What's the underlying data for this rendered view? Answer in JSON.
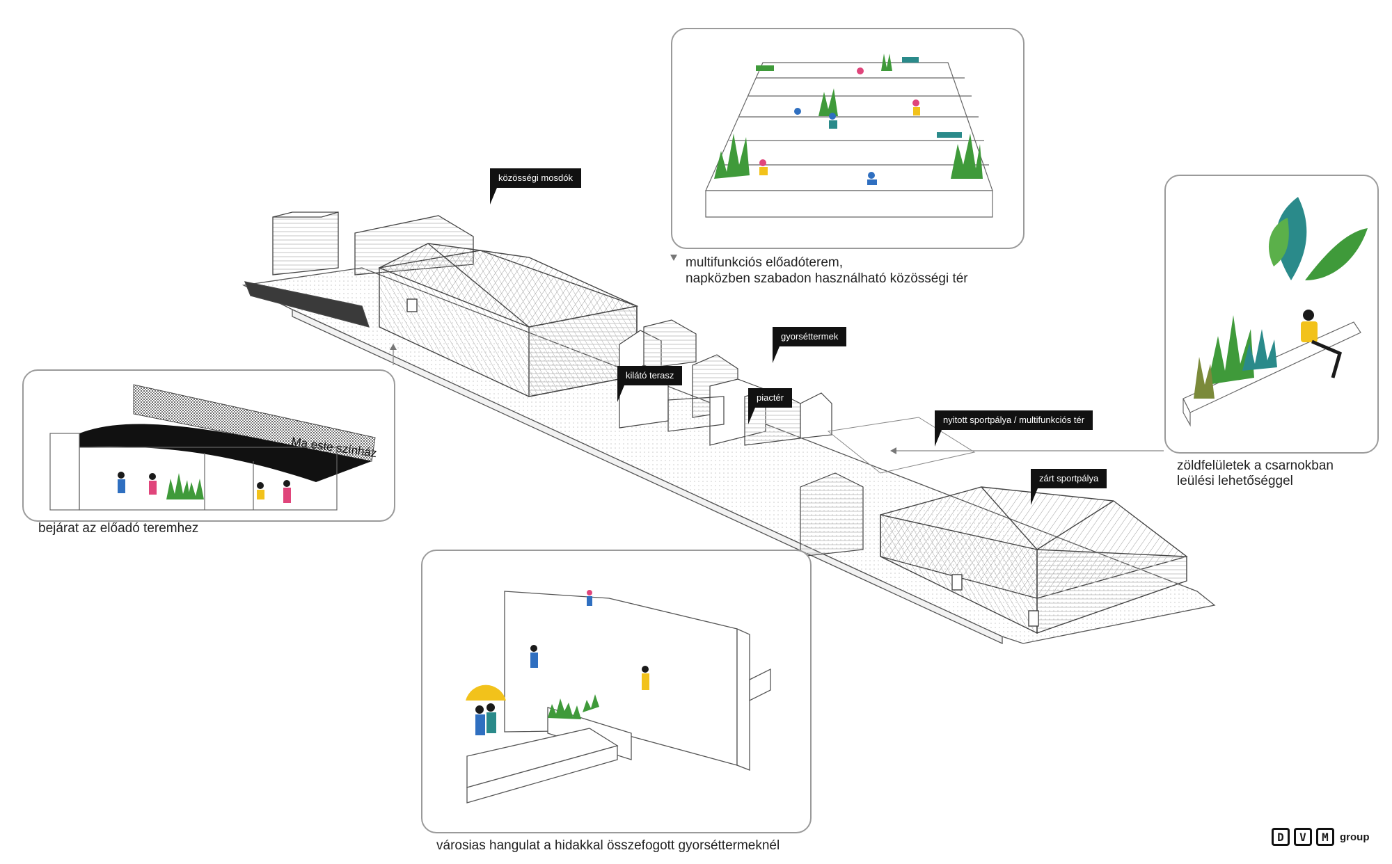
{
  "labels": {
    "kozossegi_mosdok": "közösségi mosdók",
    "gyorsettermek": "gyorséttermek",
    "kilato_terasz": "kilátó terasz",
    "piacter": "piactér",
    "nyitott_sportpalya": "nyitott sportpálya / multifunkciós tér",
    "zart_sportpalya": "zárt sportpálya"
  },
  "captions": {
    "multifunkcios_line1": "multifunkciós előadóterem,",
    "multifunkcios_line2": "napközben szabadon használható közösségi tér",
    "zoldfeluletek_line1": "zöldfelületek a csarnokban",
    "zoldfeluletek_line2": "leülési lehetőséggel",
    "bejarat": "bejárat az előadó teremhez",
    "varosias": "városias hangulat a hidakkal összefogott gyorséttermeknél"
  },
  "entrance_sign": "Ma este színház",
  "logo": {
    "letters": [
      "D",
      "V",
      "M"
    ],
    "suffix": "group"
  },
  "colors": {
    "line": "#555555",
    "panel_border": "#9a9a9a",
    "tag_bg": "#111111",
    "plant_green": "#3f9a3a",
    "plant_teal": "#2a8a8a",
    "person_blue": "#2f6fc0",
    "person_pink": "#e0457b",
    "person_yellow": "#f2c21b"
  }
}
